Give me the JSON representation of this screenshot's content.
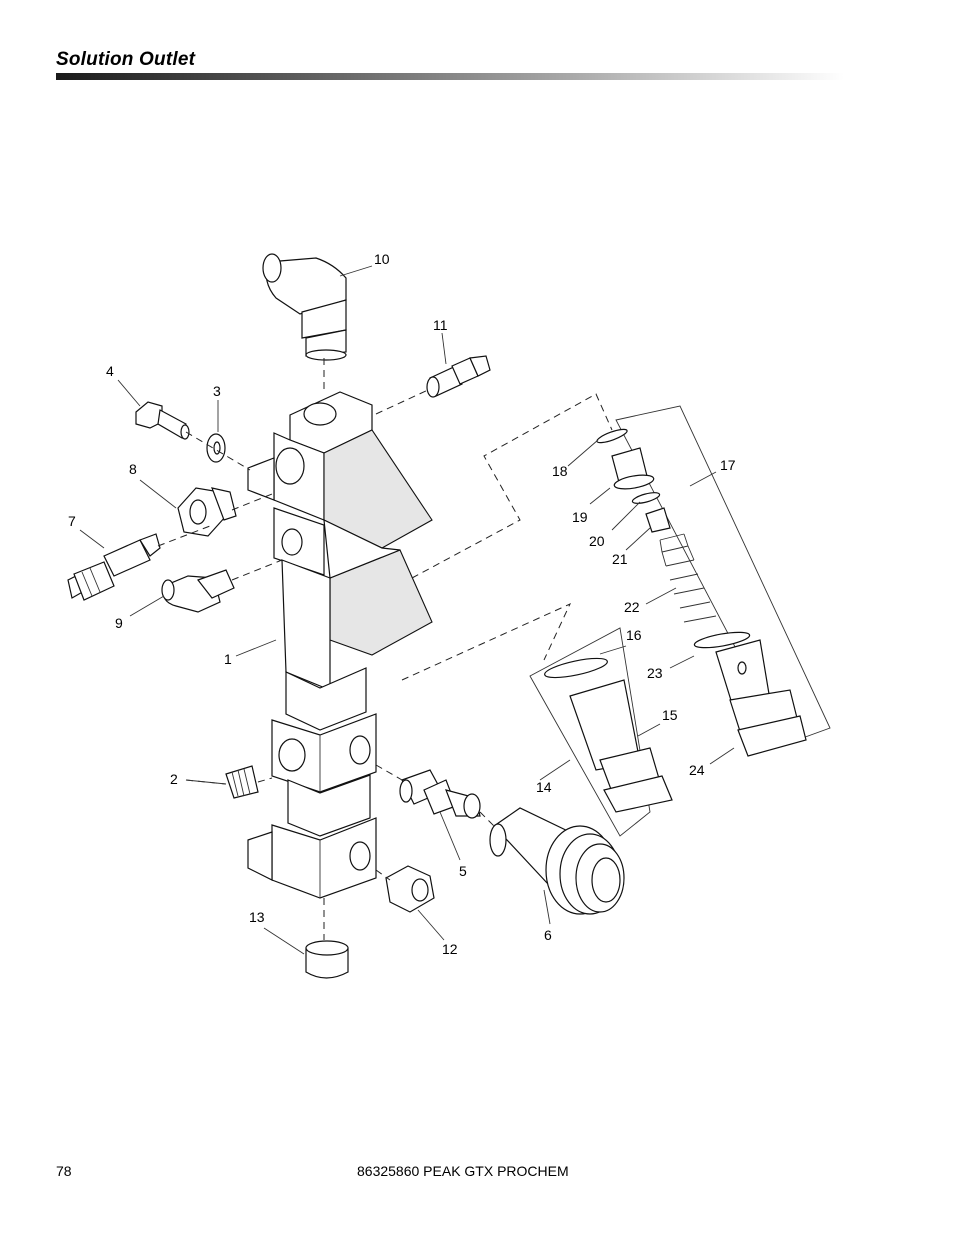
{
  "header": {
    "section_title": "Solution Outlet"
  },
  "diagram": {
    "callouts": [
      "1",
      "2",
      "3",
      "4",
      "5",
      "6",
      "7",
      "8",
      "9",
      "10",
      "11",
      "12",
      "13",
      "14",
      "15",
      "16",
      "17",
      "18",
      "19",
      "20",
      "21",
      "22",
      "23",
      "24"
    ]
  },
  "footer": {
    "page_number": "78",
    "document": "86325860 PEAK GTX PROCHEM"
  }
}
